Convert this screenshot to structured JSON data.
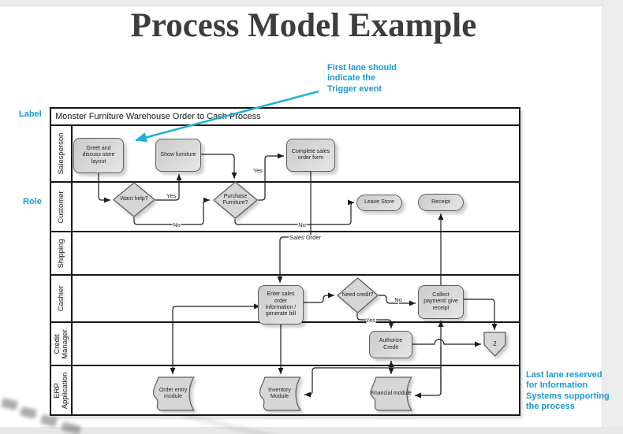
{
  "page": {
    "title": "Process Model Example"
  },
  "annotations": {
    "trigger_note": "First lane should\nindicate the\n Trigger event",
    "label_note": "Label",
    "role_note": "Role",
    "erp_note": "Last lane reserved\nfor Information\nSystems supporting\nthe process",
    "accent_color": "#1898d5",
    "arrow_color": "#23b0d8"
  },
  "diagram": {
    "header": "Monster Furniture Warehouse Order to Cash Process",
    "lanes": [
      {
        "id": "salesperson",
        "label": "Salesperson"
      },
      {
        "id": "customer",
        "label": "Customer"
      },
      {
        "id": "shipping",
        "label": "Shipping"
      },
      {
        "id": "cashier",
        "label": "Cashier"
      },
      {
        "id": "credit-manager",
        "label": "Credit Manager"
      },
      {
        "id": "erp-application",
        "label": "ERP Application"
      }
    ],
    "nodes": [
      {
        "id": "greet-discuss",
        "label": "Greet and discuss store layout",
        "shape": "box"
      },
      {
        "id": "show-furniture",
        "label": "Show furniture",
        "shape": "box"
      },
      {
        "id": "complete-sales-order",
        "label": "Complete sales order form",
        "shape": "box"
      },
      {
        "id": "want-help",
        "label": "Want help?",
        "shape": "diamond"
      },
      {
        "id": "purchase-furniture",
        "label": "Purchase Furniture?",
        "shape": "diamond"
      },
      {
        "id": "leave-store",
        "label": "Leave Store",
        "shape": "pill"
      },
      {
        "id": "receipt",
        "label": "Receipt",
        "shape": "pill"
      },
      {
        "id": "enter-sales-order",
        "label": "Enter sales order information / generate bill",
        "shape": "box"
      },
      {
        "id": "need-credit",
        "label": "Need credit?",
        "shape": "diamond"
      },
      {
        "id": "collect-payment",
        "label": "Collect payment/ give receipt",
        "shape": "box"
      },
      {
        "id": "authorize-credit",
        "label": "Authorize Credit",
        "shape": "box"
      },
      {
        "id": "offpage-connector",
        "label": "2",
        "shape": "pentagon"
      },
      {
        "id": "order-entry-module",
        "label": "Order entry module",
        "shape": "document"
      },
      {
        "id": "inventory-module",
        "label": "Inventory Module",
        "shape": "document"
      },
      {
        "id": "financial-module",
        "label": "Financial module",
        "shape": "document"
      }
    ],
    "edge_labels": [
      {
        "id": "yes-want-show",
        "text": "Yes"
      },
      {
        "id": "no-want-purchase",
        "text": "No"
      },
      {
        "id": "yes-purchase-complete",
        "text": "Yes"
      },
      {
        "id": "no-purchase-leave",
        "text": "No"
      },
      {
        "id": "sales-order",
        "text": "Sales Order"
      },
      {
        "id": "no-credit-collect",
        "text": "No"
      },
      {
        "id": "yes-credit-authorize",
        "text": "Yes"
      }
    ]
  }
}
